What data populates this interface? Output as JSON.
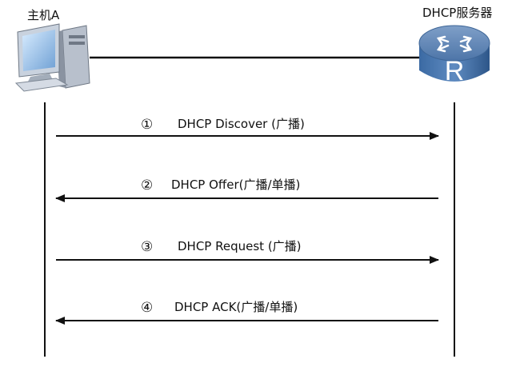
{
  "host": {
    "label": "主机A"
  },
  "server": {
    "label": "DHCP服务器",
    "router_letter": "R"
  },
  "messages": [
    {
      "number": "①",
      "text": "DHCP Discover (广播)",
      "direction": "host-to-server"
    },
    {
      "number": "②",
      "text": "DHCP Offer(广播/单播)",
      "direction": "server-to-host"
    },
    {
      "number": "③",
      "text": "DHCP Request (广播)",
      "direction": "host-to-server"
    },
    {
      "number": "④",
      "text": "DHCP ACK(广播/单播)",
      "direction": "server-to-host"
    }
  ],
  "colors": {
    "line": "#111111",
    "router_top": "#5a7fae",
    "router_body": "#2f5a92",
    "monitor": "#8fb3d9",
    "case": "#9aa3b0"
  }
}
